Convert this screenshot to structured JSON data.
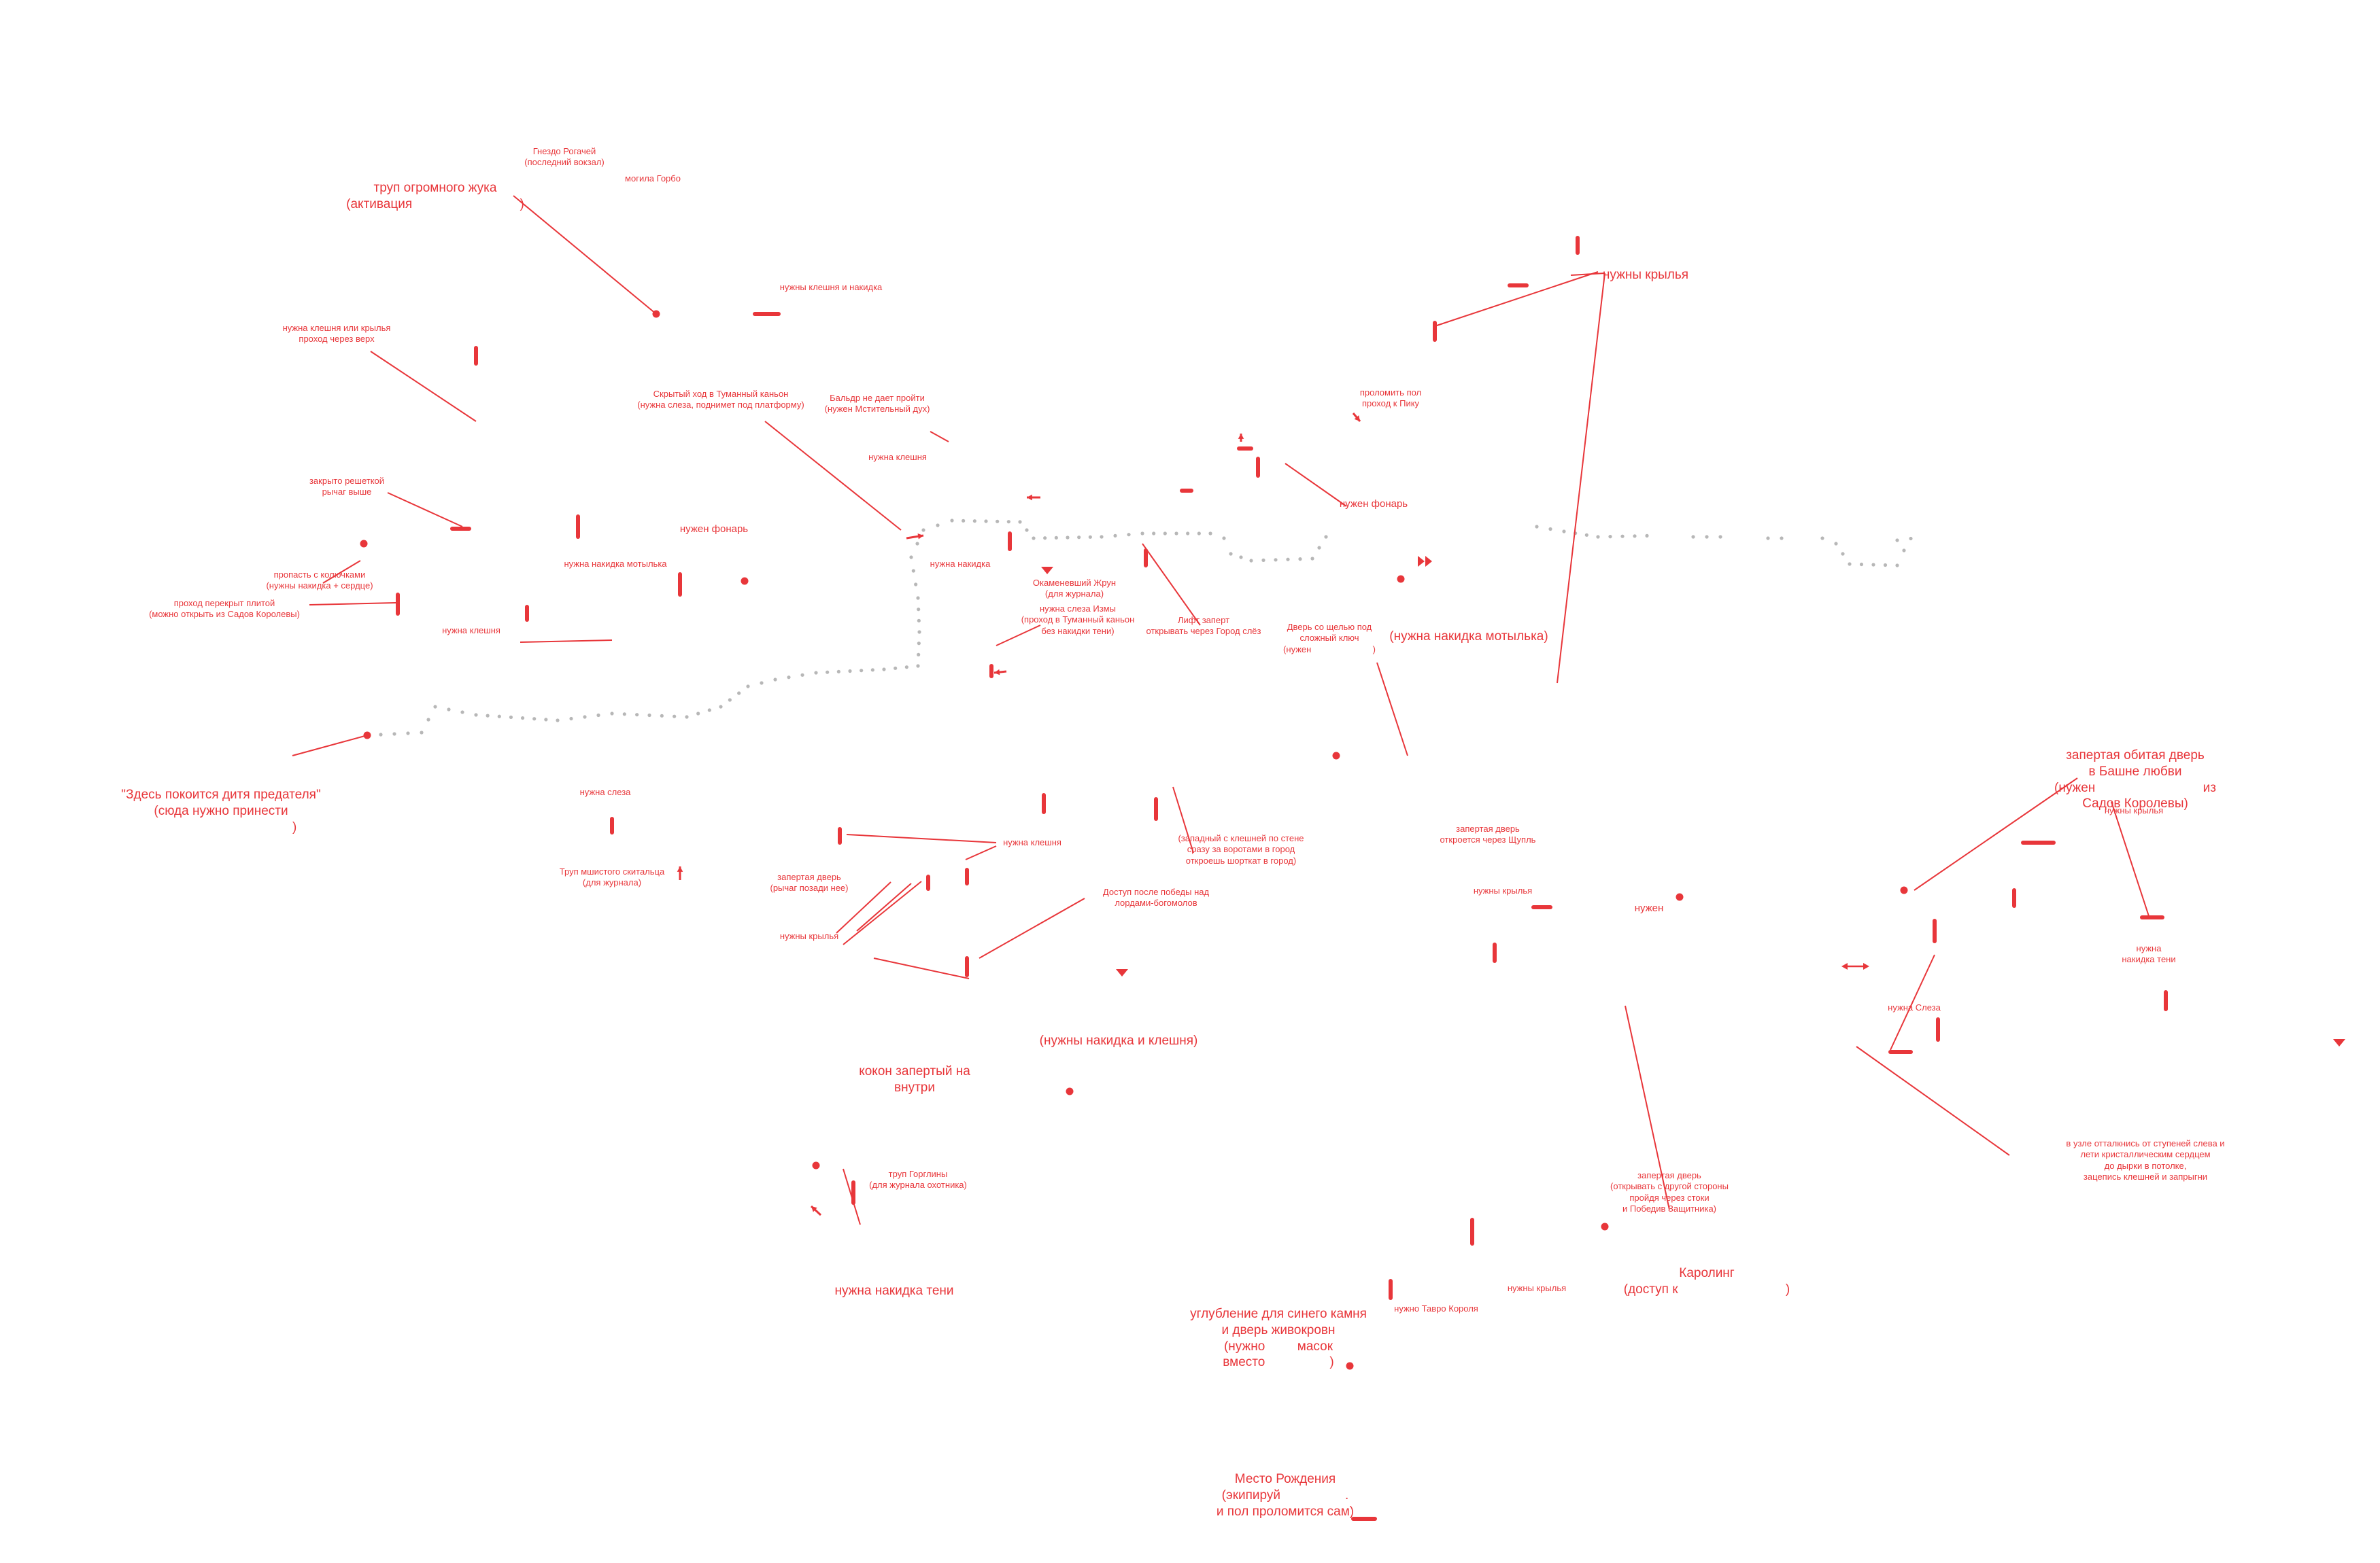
{
  "labels": {
    "gnezdo": "Гнездо Рогачей\n(последний вокзал)",
    "mogila": "могила Горбо",
    "trup_zhuka": "труп огромного жука\n(активация                              )",
    "kleshi_nakidka_top": "нужны клешня и накидка",
    "kleshnya_krylya": "нужна клешня или крылья\nпроход через верх",
    "skrytyy_hod": "Скрытый ход в Туманный каньон\n(нужна слеза, поднимет под платформу)",
    "baldur": "Бальдр не дает пройти\n(нужен Мстительный дух)",
    "kleshnya_a": "нужна клешня",
    "zakryto_reshetkoy": "закрыто решеткой\nрычаг выше",
    "fonar_a": "нужен фонарь",
    "propast": "пропасть с колючками\n(нужны накидка + сердце)",
    "nakidka_motylka_a": "нужна накидка мотылька",
    "prohod_plitoy": "проход перекрыт плитой\n(можно открыть из Садов Королевы)",
    "kleshnya_b": "нужна клешня",
    "nakidka_a": "нужна накидка",
    "okamenevshiy": "Окаменевший Жрун\n(для журнала)",
    "sleza_izmy": "нужна слеза Измы\n(проход в Туманный каньон\nбез накидки тени)",
    "lift": "Лифт заперт\nоткрывать через Город слёз",
    "dver_shchelyu": "Дверь со щелью под\nсложный ключ\n(нужен                         )",
    "prolomit_pol": "проломить пол\nпроход к Пику",
    "fonar_b": "нужен фонарь",
    "krylya_top": "нужны крылья",
    "nakidka_motylka_b": "(нужна накидка мотылька)",
    "zdes_pokoitsya": "\"Здесь покоится дитя предателя\"\n(сюда нужно принести\n                                         )",
    "sleza_a": "нужна слеза",
    "trup_mshistogo": "Труп мшистого скитальца\n(для журнала)",
    "kleshnya_c": "нужна клешня",
    "zapertaya_ryichag": "запертая дверь\n(рычаг позади нее)",
    "krylya_a": "нужны крылья",
    "zapadnyy": "(западный с клешней по стене\nсразу за воротами в город\nоткроешь шорткат в город)",
    "dostup_pobedy": "Доступ после победы над\nлордами-богомолов",
    "zapertaya_shchupl": "запертая дверь\nоткроется через Щупль",
    "krylya_b": "нужны крылья",
    "nuzhen_c": "нужен",
    "zapertaya_bashnya": "запертая обитая дверь\nв Башне любви\n(нужен                              из\nСадов Королевы)",
    "krylya_c": "нужны крылья",
    "nakidka_teni_a": "нужна\nнакидка тени",
    "sleza_b": "нужна Слеза",
    "nakidka_kleshnya": "(нужны накидка и клешня)",
    "kokon": "кокон запертый на\nвнутри",
    "trup_gorgliny": "труп Горглины\n(для журнала охотника)",
    "nakidka_teni_b": "нужна накидка тени",
    "zapertaya_stoki": "запертая дверь\n(открывать с другой стороны\nпройдя через стоки\nи Победив Защитника)",
    "uzel": "в узле отталкнись от ступеней слева и\nлети кристаллическим сердцем\nдо дырки в потолке,\nзацепись клешней и запрыгни",
    "krylya_d": "нужны крылья",
    "tavro": "нужно Тавро Короля",
    "karoling": "Каролинг\n(доступ к                              )",
    "uglublenie": "углубление для синего камня\nи дверь живокровн\n(нужно         масок\nвместо                  )",
    "mesto_rozhdeniya": "Место Рождения\n(экипируй                  .\nи пол проломится сам)"
  },
  "colors": {
    "accent": "#e8363a",
    "path": "#b7b7b7"
  },
  "icons": {
    "marker": "red-dot-marker",
    "bar": "red-bar-marker",
    "arrow_right": "arrow-right-icon",
    "arrow_left": "arrow-left-icon",
    "arrow_up": "arrow-up-icon",
    "arrow_down": "arrow-down-icon",
    "double_arrow": "double-arrow-icon",
    "lr_arrow": "left-right-arrow-icon",
    "down_triangle": "down-triangle-icon"
  }
}
